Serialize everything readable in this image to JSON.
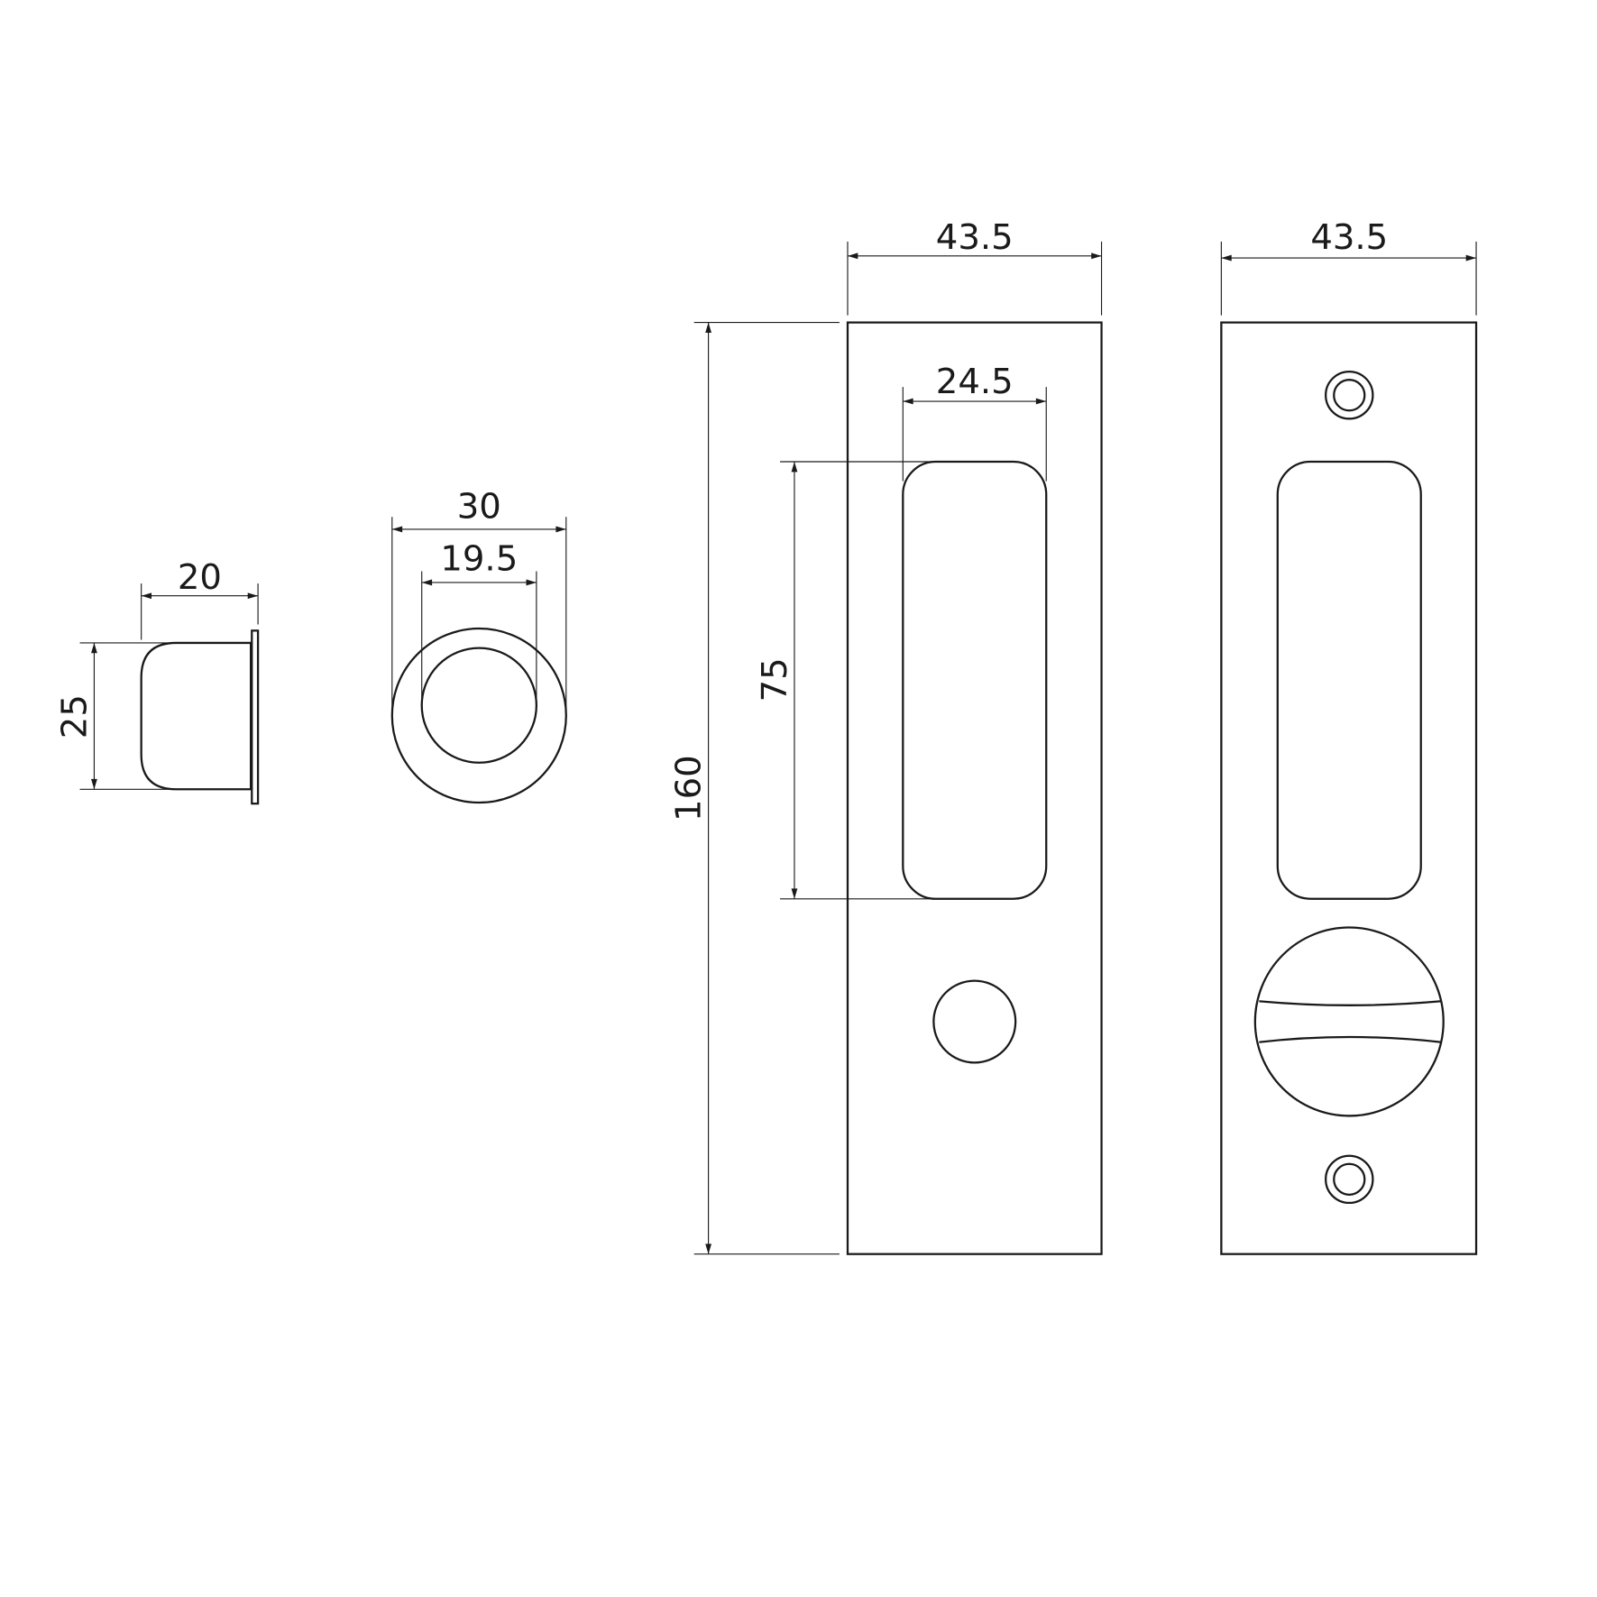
{
  "dimensions": {
    "cup_depth": "20",
    "cup_height": "25",
    "ring_outer_diameter": "30",
    "ring_inner_diameter": "19.5",
    "plate_width_left": "43.5",
    "plate_width_right": "43.5",
    "plate_height": "160",
    "recess_width": "24.5",
    "recess_height": "75"
  },
  "colors": {
    "line": "#1a1a1a",
    "background": "#ffffff"
  }
}
